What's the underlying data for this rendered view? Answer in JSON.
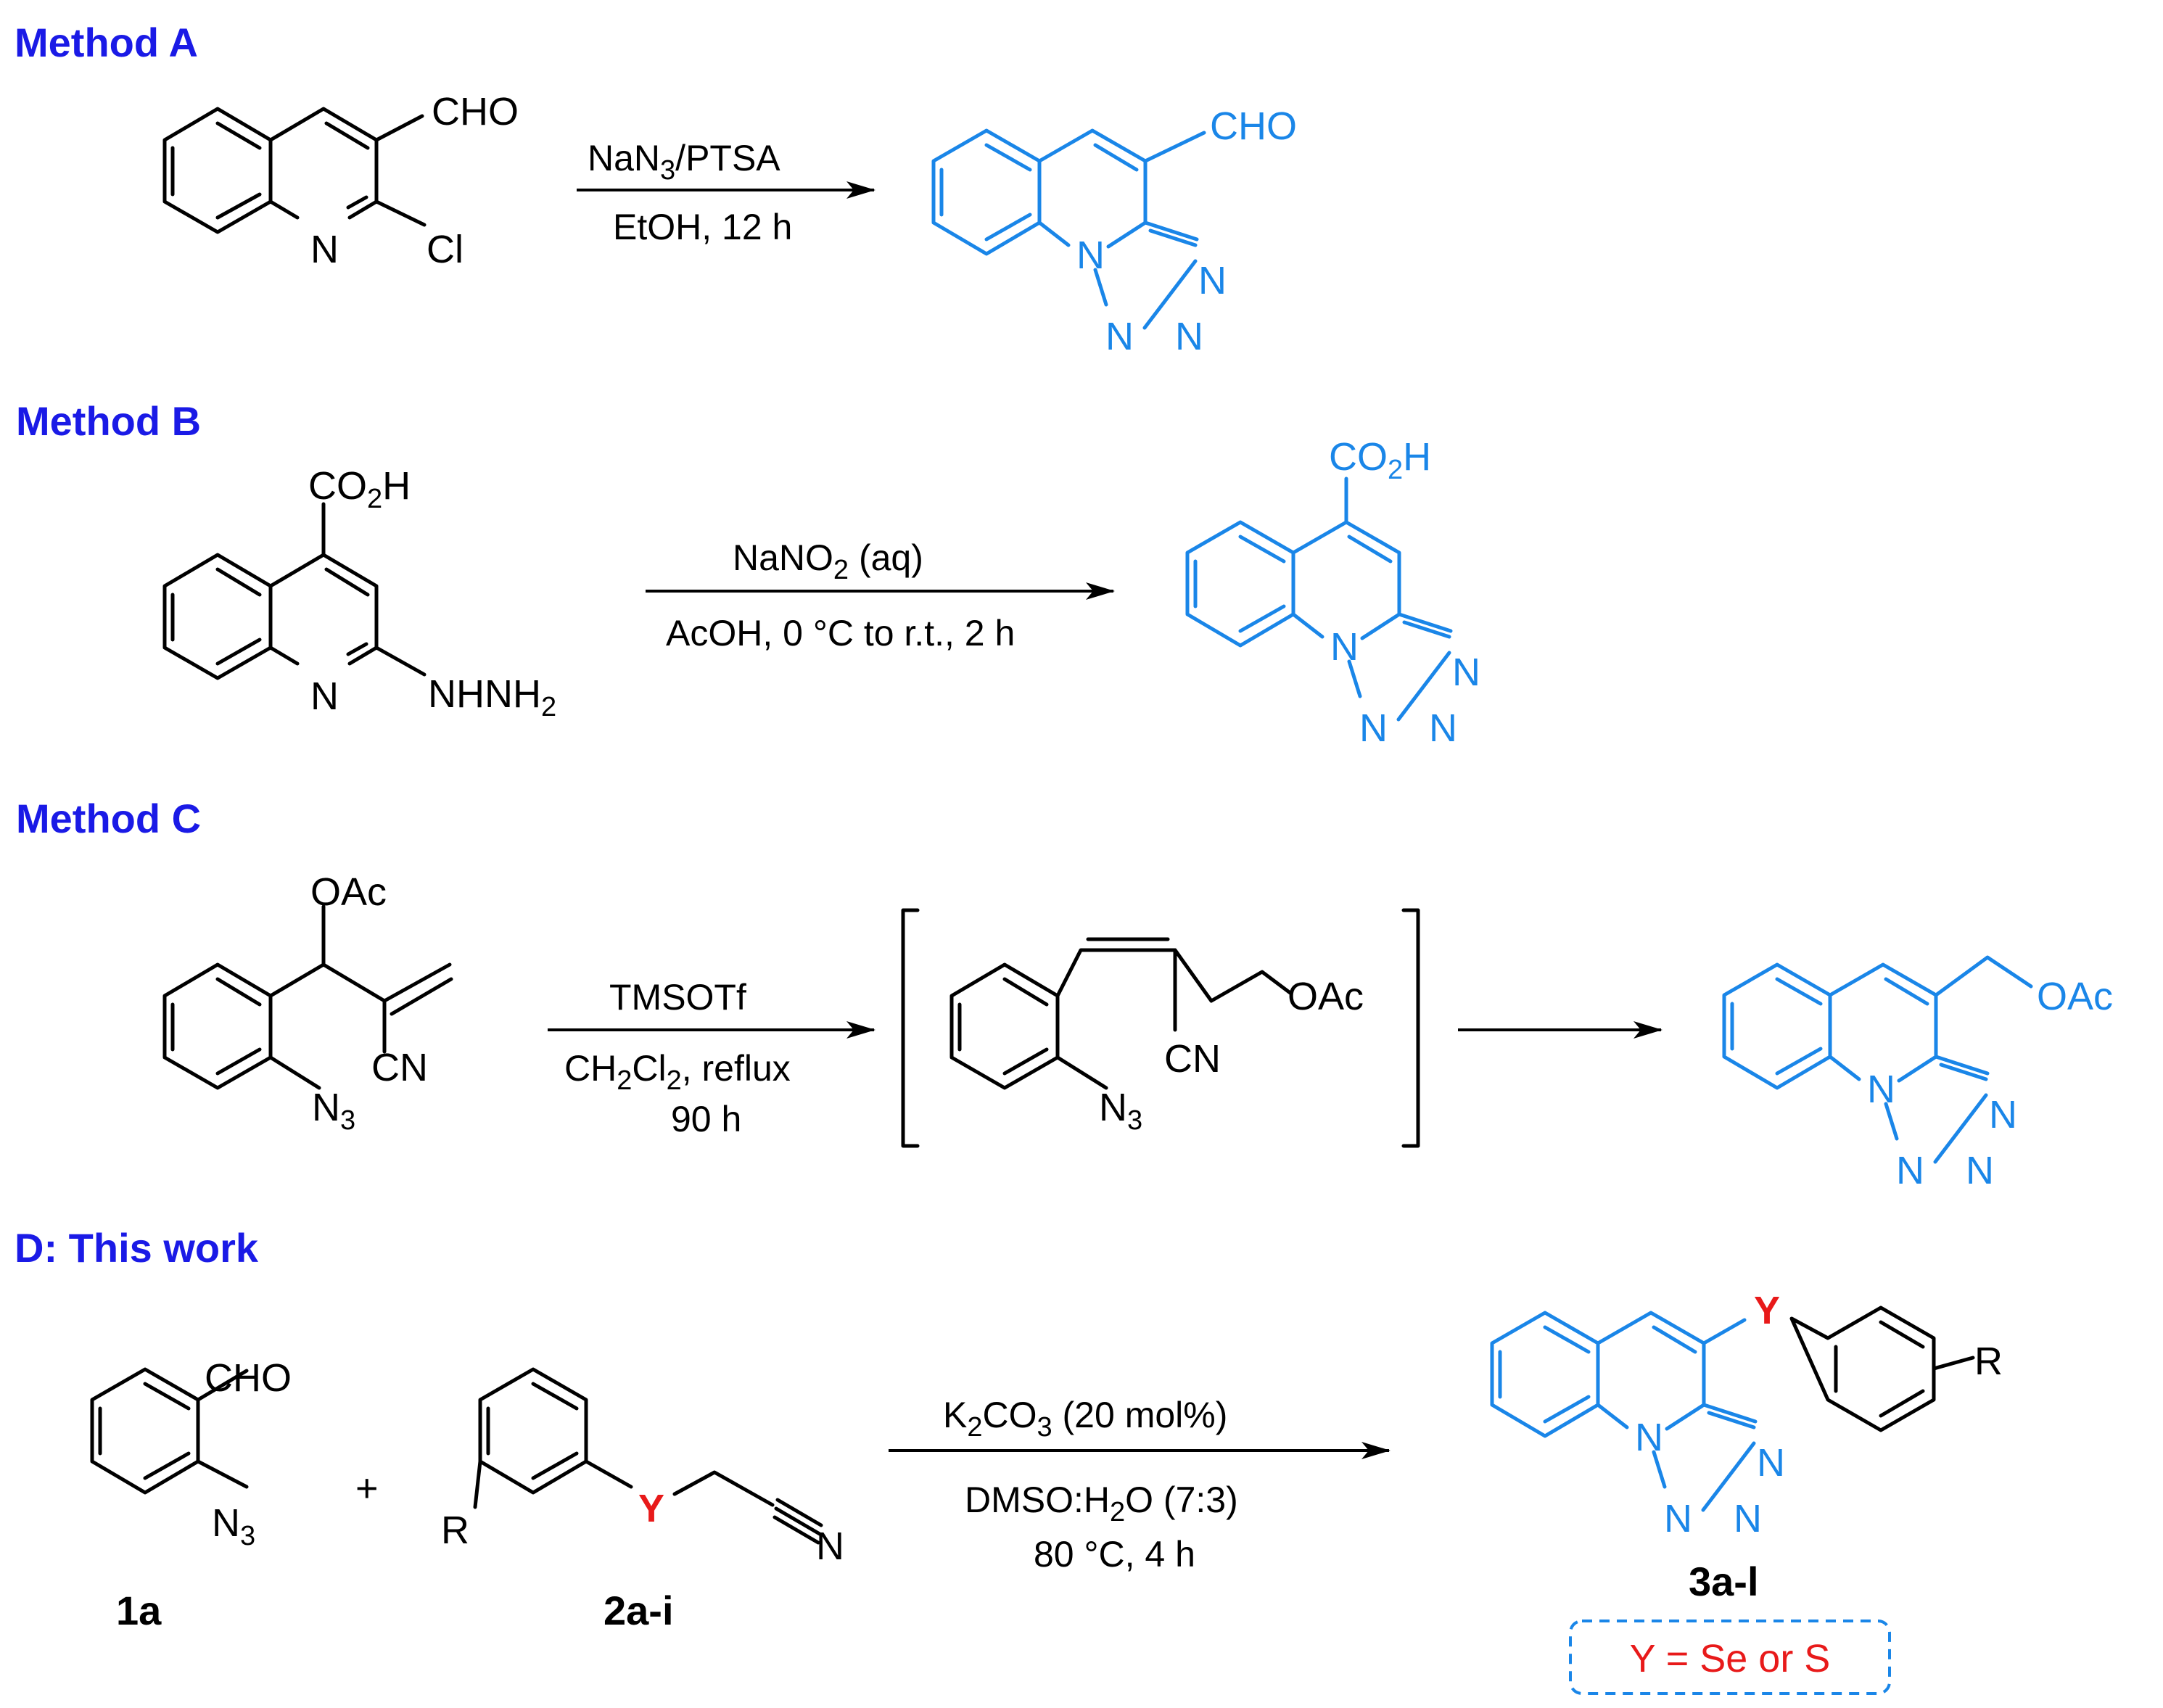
{
  "colors": {
    "heading": "#1a1ae6",
    "product": "#1a86e8",
    "highlight": "#e81a1a",
    "black": "#000000"
  },
  "sections": [
    {
      "heading": "Method A",
      "reagent": "NaN3/PTSA",
      "conditions": [
        "EtOH, 12 h"
      ]
    },
    {
      "heading": "Method B",
      "reagent": "NaNO2 (aq)",
      "conditions": [
        "AcOH, 0 °C to r.t., 2 h"
      ]
    },
    {
      "heading": "Method C",
      "reagent": "TMSOTf",
      "conditions": [
        "CH2Cl2, reflux",
        "90 h"
      ]
    },
    {
      "heading": "D: This work",
      "reagent": "K2CO3 (20 mol%)",
      "conditions": [
        "DMSO:H2O (7:3)",
        "80 °C, 4 h"
      ]
    }
  ],
  "atoms": {
    "cho": "CHO",
    "n": "N",
    "cl": "Cl",
    "co2h": "CO2H",
    "nhnh2": "NHNH2",
    "oac": "OAc",
    "cn": "CN",
    "n3": "N3",
    "y": "Y",
    "r": "R",
    "plus": "+"
  },
  "labels": {
    "sm1": "1a",
    "sm2": "2a-i",
    "product": "3a-l"
  },
  "legend": "Y = Se or S"
}
